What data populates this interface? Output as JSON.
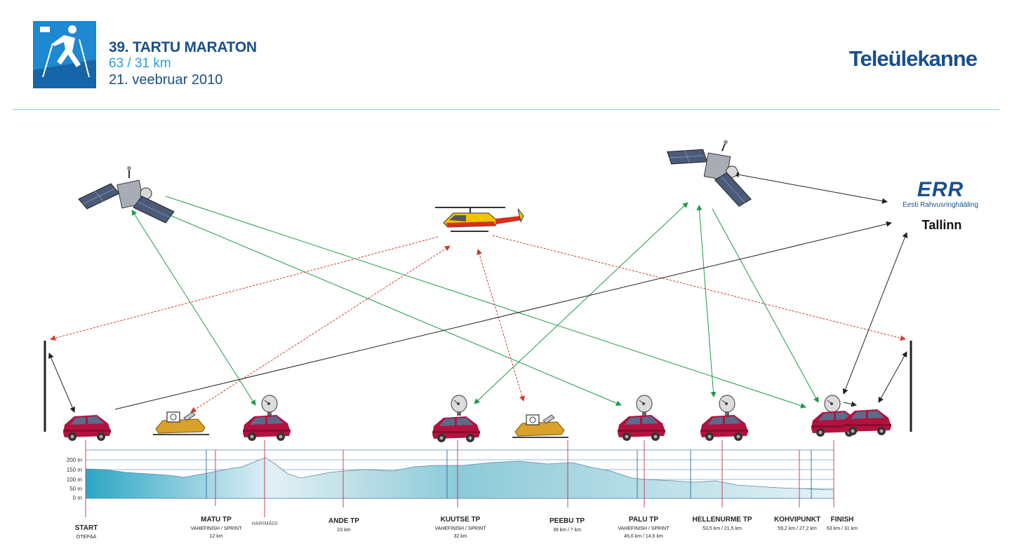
{
  "header": {
    "title": "39. TARTU MARATON",
    "distance": "63 / 31 km",
    "date": "21. veebruar 2010",
    "broadcast": "Teleülekanne"
  },
  "err": {
    "logo_text": "ERR",
    "subtitle": "Eesti Rahvusringhääling",
    "city": "Tallinn"
  },
  "profile": {
    "y_ticks": [
      "200 m",
      "150 m",
      "100 m",
      "50 m",
      "0 m"
    ],
    "checkpoints": [
      {
        "name": "START",
        "sub": "OTEPÄÄ",
        "dist": ""
      },
      {
        "name": "MATU TP",
        "sub": "VAHEFINISH / SPRINT",
        "dist": "12 km"
      },
      {
        "name": "HARIMÄGI",
        "sub": "",
        "dist": ""
      },
      {
        "name": "ANDE TP",
        "sub": "",
        "dist": "23 km"
      },
      {
        "name": "KUUTSE TP",
        "sub": "VAHEFINISH / SPRINT",
        "dist": "32 km"
      },
      {
        "name": "PEEBU TP",
        "sub": "",
        "dist": "39 km / 7 km"
      },
      {
        "name": "PALU TP",
        "sub": "VAHEFINISH / SPRINT",
        "dist": "46,6 km / 14,6 km"
      },
      {
        "name": "HELLENURME TP",
        "sub": "",
        "dist": "53,5 km / 21,5 km"
      },
      {
        "name": "KOHVIPUNKT",
        "sub": "",
        "dist": "59,2 km / 27,2 km"
      },
      {
        "name": "FINISH",
        "sub": "",
        "dist": "63 km / 31 km"
      }
    ]
  },
  "colors": {
    "brand": "#1a4f8a",
    "accent": "#2a9fd6",
    "satellite_link": "#1e9a4a",
    "helicopter_link": "#d23a2a",
    "ground_link": "#222222",
    "car": "#b3123f"
  }
}
